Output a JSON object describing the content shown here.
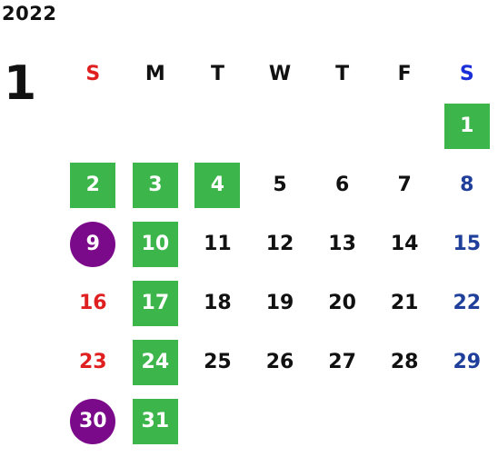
{
  "year": "2022",
  "month": "1",
  "weekdays": [
    "S",
    "M",
    "T",
    "W",
    "T",
    "F",
    "S"
  ],
  "weeks": [
    [
      {
        "d": "",
        "type": "empty"
      },
      {
        "d": "",
        "type": "empty"
      },
      {
        "d": "",
        "type": "empty"
      },
      {
        "d": "",
        "type": "empty"
      },
      {
        "d": "",
        "type": "empty"
      },
      {
        "d": "",
        "type": "empty"
      },
      {
        "d": "1",
        "type": "holiday"
      }
    ],
    [
      {
        "d": "2",
        "type": "holiday"
      },
      {
        "d": "3",
        "type": "holiday"
      },
      {
        "d": "4",
        "type": "holiday"
      },
      {
        "d": "5",
        "type": "normal"
      },
      {
        "d": "6",
        "type": "normal"
      },
      {
        "d": "7",
        "type": "normal"
      },
      {
        "d": "8",
        "type": "saturday"
      }
    ],
    [
      {
        "d": "9",
        "type": "special"
      },
      {
        "d": "10",
        "type": "holiday"
      },
      {
        "d": "11",
        "type": "normal"
      },
      {
        "d": "12",
        "type": "normal"
      },
      {
        "d": "13",
        "type": "normal"
      },
      {
        "d": "14",
        "type": "normal"
      },
      {
        "d": "15",
        "type": "saturday"
      }
    ],
    [
      {
        "d": "16",
        "type": "sunday"
      },
      {
        "d": "17",
        "type": "holiday"
      },
      {
        "d": "18",
        "type": "normal"
      },
      {
        "d": "19",
        "type": "normal"
      },
      {
        "d": "20",
        "type": "normal"
      },
      {
        "d": "21",
        "type": "normal"
      },
      {
        "d": "22",
        "type": "saturday"
      }
    ],
    [
      {
        "d": "23",
        "type": "sunday"
      },
      {
        "d": "24",
        "type": "holiday"
      },
      {
        "d": "25",
        "type": "normal"
      },
      {
        "d": "26",
        "type": "normal"
      },
      {
        "d": "27",
        "type": "normal"
      },
      {
        "d": "28",
        "type": "normal"
      },
      {
        "d": "29",
        "type": "saturday"
      }
    ],
    [
      {
        "d": "30",
        "type": "special"
      },
      {
        "d": "31",
        "type": "holiday"
      },
      {
        "d": "",
        "type": "empty"
      },
      {
        "d": "",
        "type": "empty"
      },
      {
        "d": "",
        "type": "empty"
      },
      {
        "d": "",
        "type": "empty"
      },
      {
        "d": "",
        "type": "empty"
      }
    ]
  ],
  "colors": {
    "sunday": "#e02020",
    "saturday": "#1f3f9a",
    "saturday_header": "#1a2fd8",
    "holiday_bg": "#3cb54a",
    "special_bg": "#7b0a8a",
    "text": "#111111"
  }
}
